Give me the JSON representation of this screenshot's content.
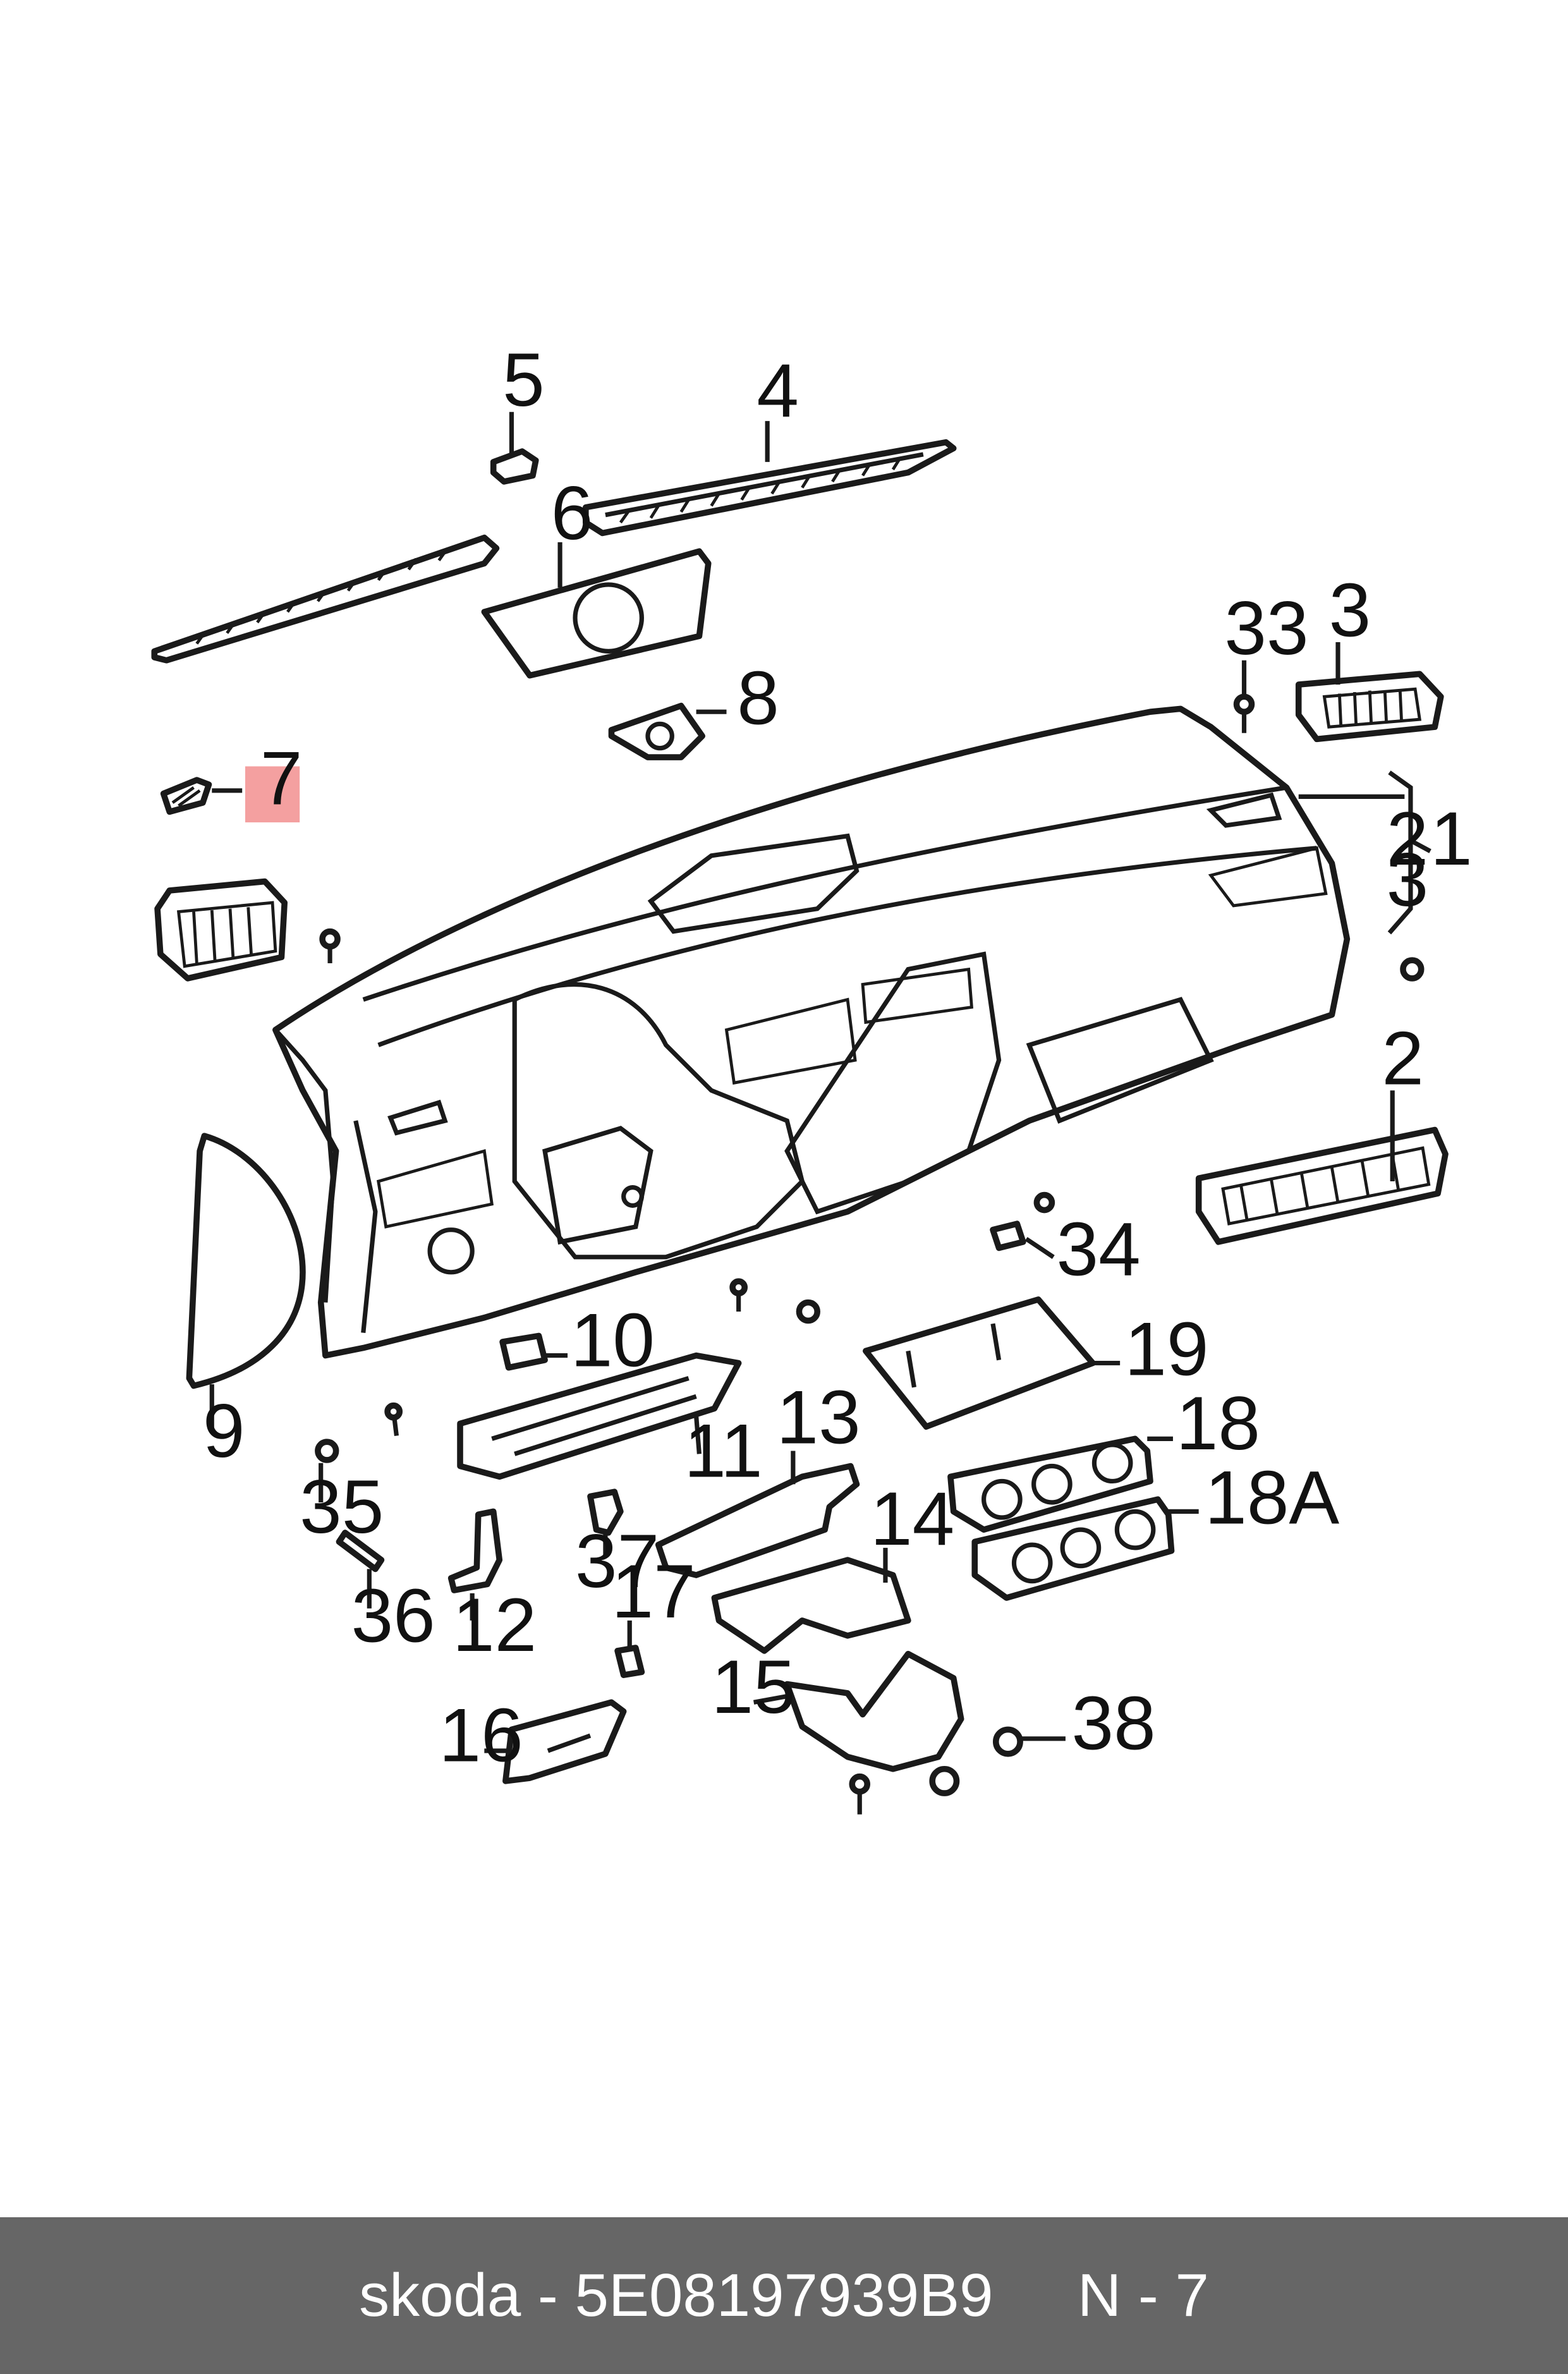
{
  "callouts": {
    "c1": "1",
    "c2a": "2",
    "c2b": "2",
    "c3a": "3",
    "c3b": "3",
    "c4": "4",
    "c5": "5",
    "c6": "6",
    "c7": "7",
    "c8": "8",
    "c9": "9",
    "c10": "10",
    "c11": "11",
    "c12": "12",
    "c13": "13",
    "c14": "14",
    "c15": "15",
    "c16": "16",
    "c17": "17",
    "c18": "18",
    "c18a": "18A",
    "c19": "19",
    "c33": "33",
    "c34": "34",
    "c35": "35",
    "c36": "36",
    "c37": "37",
    "c38": "38"
  },
  "highlighted_part": "7",
  "highlight_color": "#f4a0a0",
  "footer": {
    "text": "skoda - 5E08197939B9     N - 7",
    "background": "#666666"
  }
}
